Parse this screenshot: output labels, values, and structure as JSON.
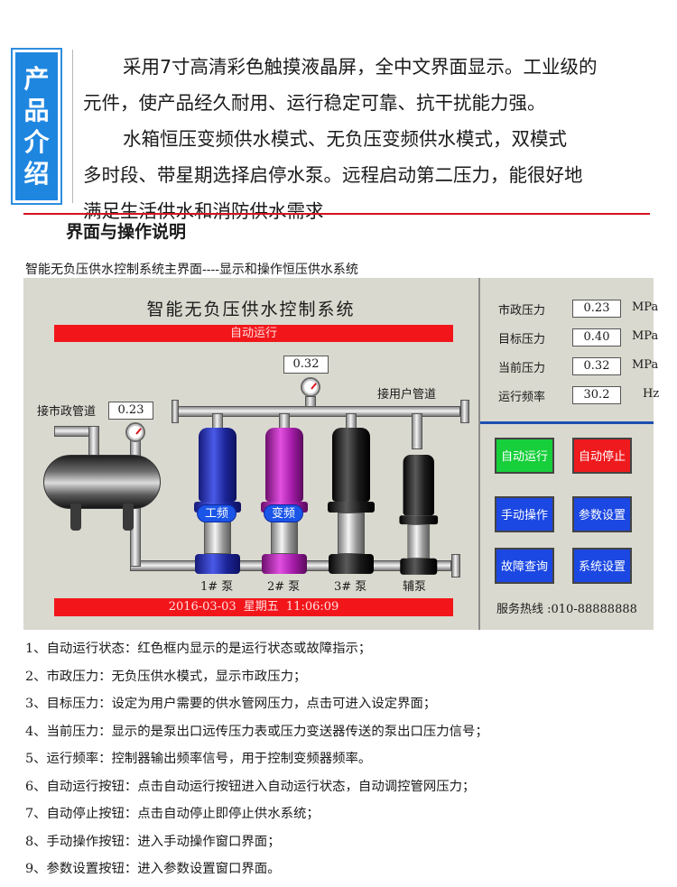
{
  "intro": {
    "badge_chars": [
      "产",
      "品",
      "介",
      "绍"
    ],
    "lines": [
      "采用7寸高清彩色触摸液晶屏，全中文界面显示。工业级的",
      "元件，使产品经久耐用、运行稳定可靠、抗干扰能力强。",
      "水箱恒压变频供水模式、无负压变频供水模式，双模式",
      "多时段、带星期选择启停水泵。远程启动第二压力，能很好地",
      "满足生活供水和消防供水需求"
    ]
  },
  "section_title": "界面与操作说明",
  "caption": "智能无负压供水控制系统主界面----显示和操作恒压供水系统",
  "hmi": {
    "title": "智能无负压供水控制系统",
    "status_text": "自动运行",
    "municipal_pipe_label": "接市政管道",
    "user_pipe_label": "接用户管道",
    "inlet_pressure": "0.23",
    "outlet_pressure": "0.32",
    "pump_badges": [
      "工频",
      "变频"
    ],
    "pump_labels": [
      "1# 泵",
      "2# 泵",
      "3# 泵",
      "辅泵"
    ],
    "datetime": "2016-03-03 星期五 11:06:09",
    "readouts": [
      {
        "label": "市政压力",
        "value": "0.23",
        "unit": "MPa"
      },
      {
        "label": "目标压力",
        "value": "0.40",
        "unit": "MPa"
      },
      {
        "label": "当前压力",
        "value": "0.32",
        "unit": "MPa"
      },
      {
        "label": "运行频率",
        "value": "30.2",
        "unit": "Hz"
      }
    ],
    "buttons": {
      "auto_run": "自动运行",
      "auto_stop": "自动停止",
      "manual": "手动操作",
      "params": "参数设置",
      "fault": "故障查询",
      "system": "系统设置"
    },
    "hotline": "服务热线 :010-88888888"
  },
  "notes": [
    "1、自动运行状态：红色框内显示的是运行状态或故障指示；",
    "2、市政压力：无负压供水模式，显示市政压力；",
    "3、目标压力：设定为用户需要的供水管网压力，点击可进入设定界面；",
    "4、当前压力：显示的是泵出口远传压力表或压力变送器传送的泵出口压力信号；",
    "5、运行频率：控制器输出频率信号，用于控制变频器频率。",
    "6、自动运行按钮：点击自动运行按钮进入自动运行状态，自动调控管网压力；",
    "7、自动停止按钮：点击自动停止即停止供水系统；",
    "8、手动操作按钮：进入手动操作窗口界面；",
    "9、参数设置按钮：进入参数设置窗口界面。"
  ],
  "colors": {
    "badge_blue": "#1f86e0",
    "rule_red": "#d3141e",
    "panel_bg": "#d9d9cf",
    "status_red": "#f2161b",
    "btn_green": "#17cf3b",
    "btn_red": "#ee1a1e",
    "btn_blue": "#1b47e2"
  }
}
